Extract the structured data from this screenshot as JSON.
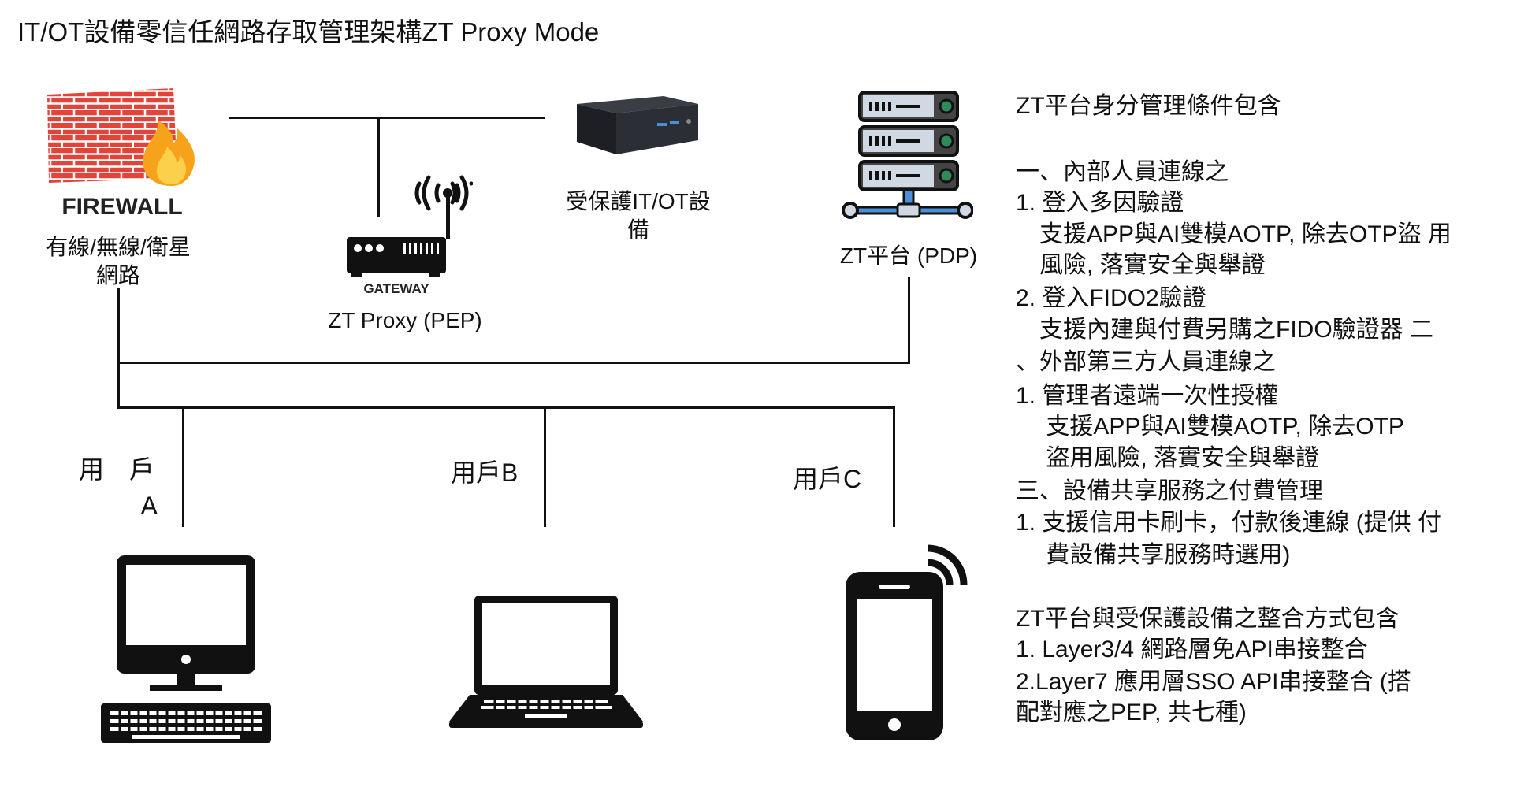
{
  "title": "IT/OT設備零信任網路存取管理架構ZT Proxy Mode",
  "nodes": {
    "firewall": {
      "logo_text": "FIREWALL",
      "label_line1": "有線/無線/衛星",
      "label_line2": "網路"
    },
    "gateway": {
      "logo_text": "GATEWAY",
      "label": "ZT Proxy (PEP)"
    },
    "protected_device": {
      "label_line1": "受保護IT/OT設",
      "label_line2": "備"
    },
    "zt_platform": {
      "label": "ZT平台 (PDP)"
    },
    "user_a": {
      "label_line1": "用　戶",
      "label_line2": "A"
    },
    "user_b": {
      "label": "用戶B"
    },
    "user_c": {
      "label": "用戶C"
    }
  },
  "colors": {
    "brick": "#e2443a",
    "flame": "#f7a21b",
    "line": "#111111"
  },
  "right_panel": {
    "lines": [
      "ZT平台身分管理條件包含",
      "一、內部人員連線之",
      "1.  登入多因驗證",
      "　支援APP與AI雙模AOTP, 除去OTP盜 用",
      "　風險, 落實安全與舉證",
      "2.  登入FIDO2驗證",
      "　支援內建與付費另購之FIDO驗證器 二",
      "、外部第三方人員連線之",
      "1.  管理者遠端一次性授權",
      "　 支援APP與AI雙模AOTP, 除去OTP",
      "　 盜用風險, 落實安全與舉證",
      "三、設備共享服務之付費管理",
      "1.  支援信用卡刷卡，付款後連線 (提供 付",
      "　 費設備共享服務時選用)",
      "ZT平台與受保護設備之整合方式包含",
      "1.  Layer3/4  網路層免API串接整合",
      "2.Layer7  應用層SSO API串接整合 (搭",
      "配對應之PEP, 共七種)"
    ]
  }
}
